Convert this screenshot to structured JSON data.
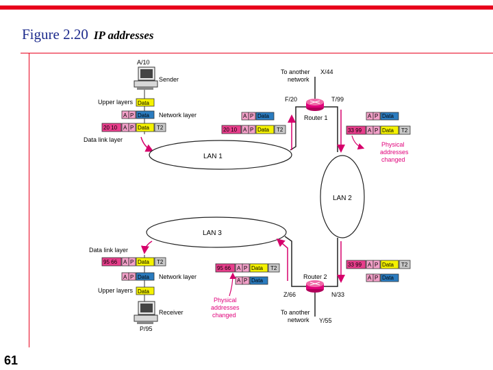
{
  "slide": {
    "figure_label": "Figure 2.20",
    "figure_title": "IP addresses",
    "page_number": "61"
  },
  "diagram": {
    "sender": {
      "address": "A/10",
      "label": "Sender"
    },
    "receiver": {
      "address": "P/95",
      "label": "Receiver"
    },
    "layers": {
      "upper": "Upper layers",
      "network": "Network layer",
      "datalink": "Data link layer"
    },
    "packet": {
      "a": "A",
      "p": "P",
      "data": "Data",
      "trailer": "T2"
    },
    "lans": {
      "lan1": "LAN 1",
      "lan2": "LAN 2",
      "lan3": "LAN 3"
    },
    "router1": {
      "label": "Router 1",
      "left_port": "F/20",
      "right_port": "T/99",
      "top_port": "X/44",
      "other_network": "To another network"
    },
    "router2": {
      "label": "Router 2",
      "left_port": "Z/66",
      "right_port": "N/33",
      "bottom_port": "Y/55",
      "other_network": "To another network"
    },
    "frames": {
      "sender": "20 10",
      "r1_in": "20 10",
      "r1_out": "33 99",
      "r2_in": "33 99",
      "r2_out": "95 66",
      "receiver": "95 66"
    },
    "notes": {
      "physical_changed": "Physical addresses changed"
    },
    "colors": {
      "accent_red": "#e8001c",
      "title_blue": "#1c2a8c",
      "frame_pink": "#e83e8c",
      "arrow_magenta": "#d6006b",
      "data_yellow": "#f5f200",
      "ip_pink": "#f2a0c8",
      "data_blue": "#2a7bbf",
      "trailer_gray": "#c8c8c8",
      "router_pink": "#e0007a"
    }
  }
}
